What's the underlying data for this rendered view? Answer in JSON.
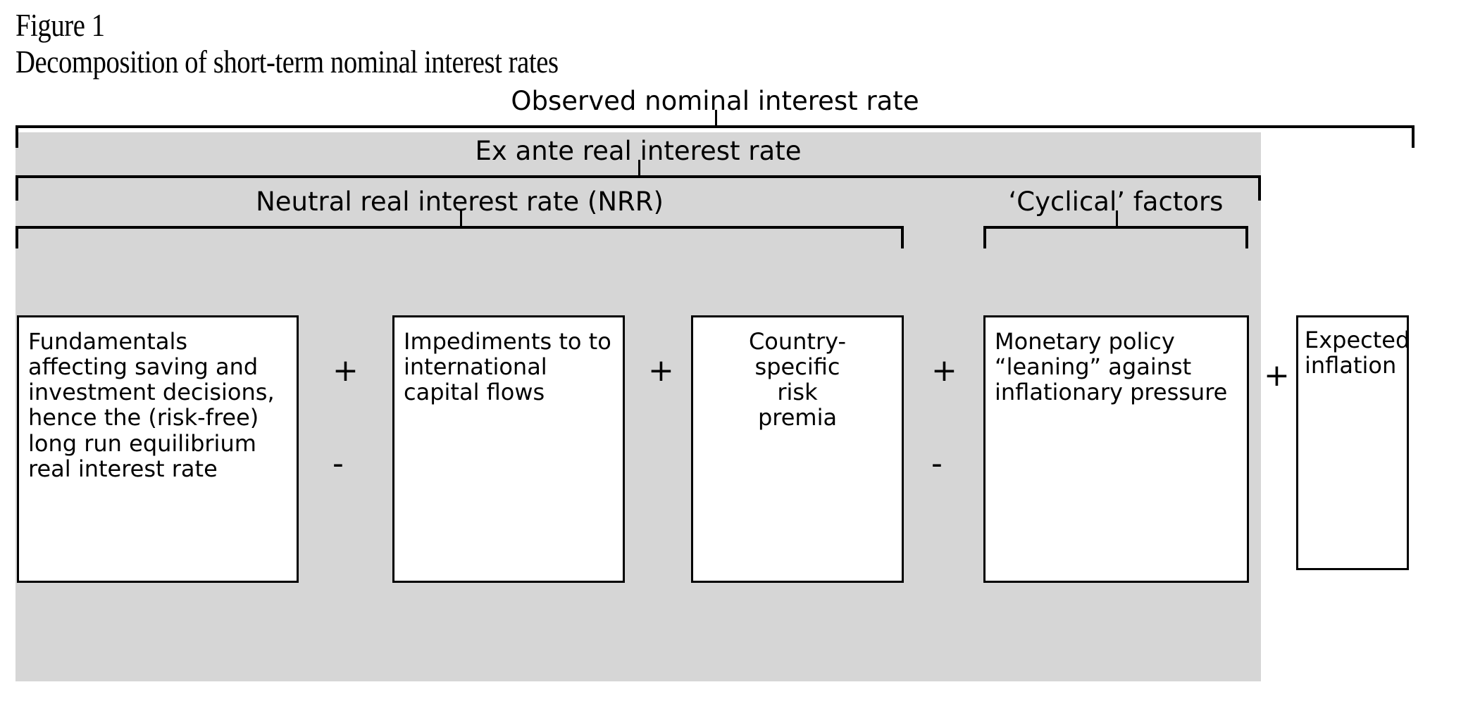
{
  "figure": {
    "label": "Figure 1",
    "subtitle": "Decomposition of short-term nominal interest rates"
  },
  "brackets": {
    "observed": "Observed nominal interest rate",
    "ex_ante": "Ex ante real interest rate",
    "nrr": "Neutral real interest rate (NRR)",
    "cyclical": "‘Cyclical’ factors"
  },
  "boxes": {
    "fundamentals": "Fundamentals affecting saving and investment decisions, hence the (risk-free) long run equilibrium real interest rate",
    "impediments": "Impediments to to international capital flows",
    "country_risk": "Country-\nspecific\nrisk\npremia",
    "monetary_policy": "Monetary policy “leaning” against inflationary pressure",
    "expected_inflation": "Expected inflation"
  },
  "operators": {
    "plus": "+",
    "minus": "-"
  },
  "colors": {
    "panel_background": "#d6d6d6",
    "box_background": "#ffffff",
    "line": "#000000",
    "page_background": "#ffffff"
  }
}
